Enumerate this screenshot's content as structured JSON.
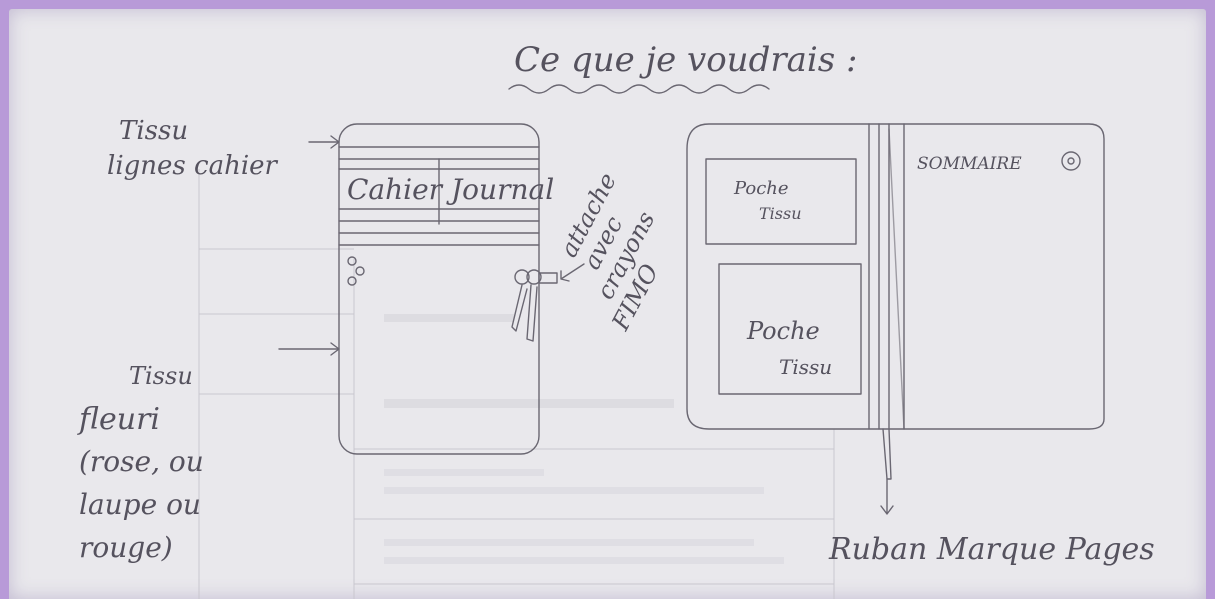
{
  "title": "Ce que je voudrais :",
  "left_sketch": {
    "label_top_line1": "Tissu",
    "label_top_line2": "lignes cahier",
    "cover_text": "Cahier Journal",
    "attach_line1": "attache",
    "attach_line2": "avec",
    "attach_line3": "crayons",
    "attach_line4": "FIMO",
    "label_bottom_line1": "Tissu",
    "label_bottom_line2": "fleuri",
    "label_bottom_line3": "(rose, ou",
    "label_bottom_line4": "laupe ou",
    "label_bottom_line5": "rouge)"
  },
  "right_sketch": {
    "pocket_top_line1": "Poche",
    "pocket_top_line2": "Tissu",
    "pocket_bottom_line1": "Poche",
    "pocket_bottom_line2": "Tissu",
    "sommaire": "SOMMAIRE",
    "ribbon_label": "Ruban Marque Pages"
  },
  "colors": {
    "border": "#b89ad8",
    "paper": "#e9e8ec",
    "pencil": "#6a6772"
  }
}
